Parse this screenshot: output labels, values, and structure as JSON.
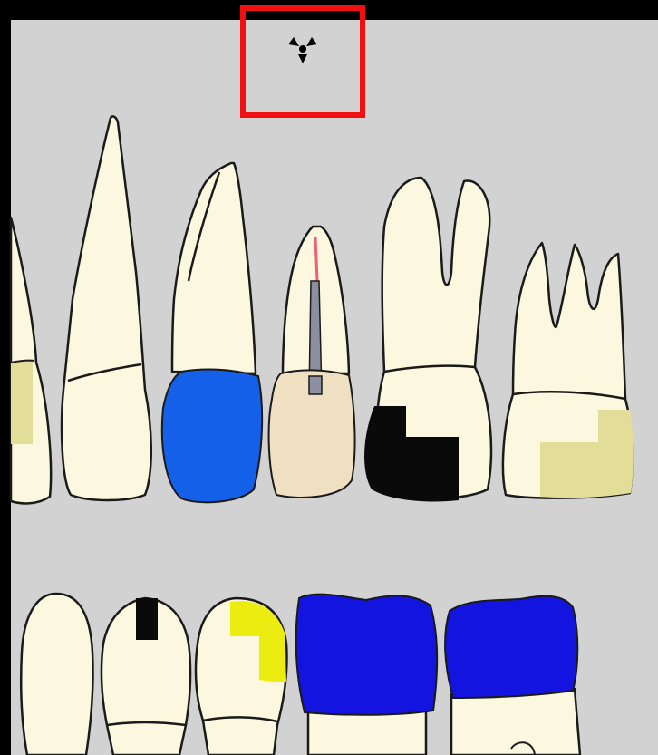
{
  "toolbar": {
    "radiation_icon": "radiation-icon",
    "highlight_color": "#f01010"
  },
  "colors": {
    "panel_background": "#d2d2d2",
    "tooth_fill": "#fbf8df",
    "amalgam": "#0a0a0a",
    "composite_light": "#e2dd98",
    "composite_yellow": "#ecec10",
    "crown_blue": "#1560e8",
    "crown_navy": "#1414e0",
    "porcelain": "#f0e0c2",
    "root_canal": "#8b8fa0",
    "canal_marker": "#f06070"
  },
  "upper_teeth": [
    {
      "id": "upper-edge-tooth",
      "restoration": "composite"
    },
    {
      "id": "upper-incisor",
      "restoration": "none"
    },
    {
      "id": "upper-canine",
      "restoration": "crown"
    },
    {
      "id": "upper-premolar-rct",
      "restoration": "crown-root-canal"
    },
    {
      "id": "upper-premolar-amalgam",
      "restoration": "amalgam"
    },
    {
      "id": "upper-molar",
      "restoration": "composite"
    }
  ],
  "lower_teeth": [
    {
      "id": "lower-incisor",
      "restoration": "none"
    },
    {
      "id": "lower-canine",
      "restoration": "amalgam"
    },
    {
      "id": "lower-premolar",
      "restoration": "composite"
    },
    {
      "id": "lower-molar-1",
      "restoration": "crown"
    },
    {
      "id": "lower-molar-2",
      "restoration": "crown"
    }
  ]
}
